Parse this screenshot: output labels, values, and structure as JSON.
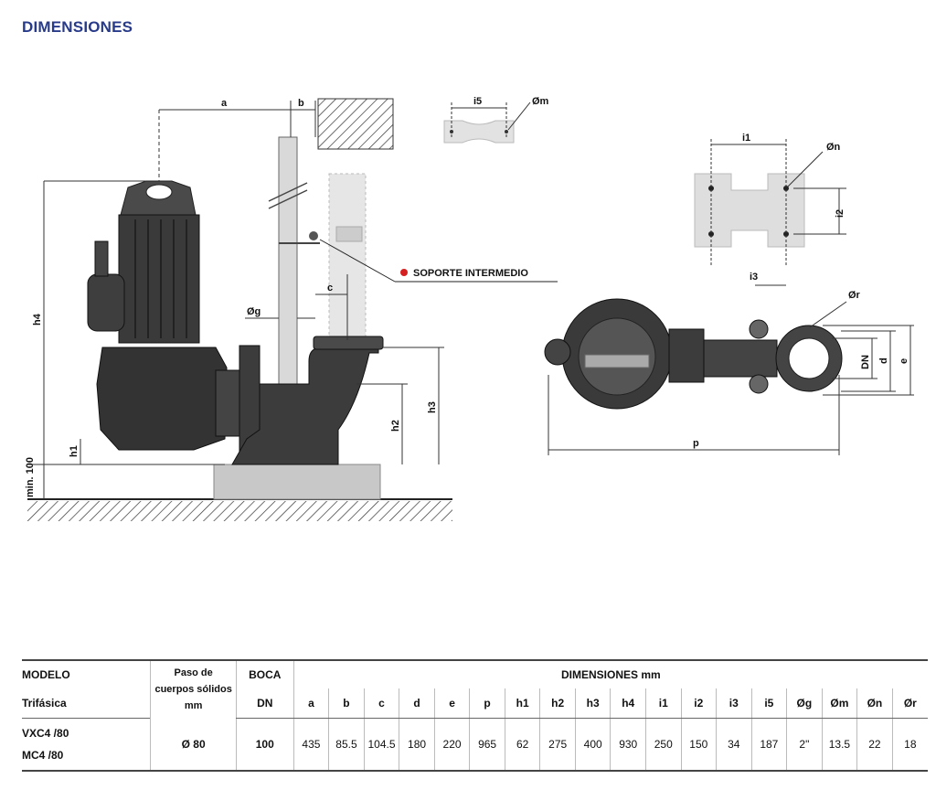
{
  "heading": "DIMENSIONES",
  "drawing": {
    "callout": "SOPORTE INTERMEDIO",
    "labels": {
      "a": "a",
      "b": "b",
      "c": "c",
      "g": "Øg",
      "h1": "h1",
      "h2": "h2",
      "h3": "h3",
      "h4": "h4",
      "min100": "min. 100",
      "i5": "i5",
      "m": "Øm",
      "i1": "i1",
      "n": "Øn",
      "i2": "i2",
      "i3": "i3",
      "r": "Ør",
      "DN": "DN",
      "d": "d",
      "e": "e",
      "p": "p"
    }
  },
  "table": {
    "model_header": "MODELO",
    "model_sub": "Trifásica",
    "paso_header": [
      "Paso de",
      "cuerpos sólidos"
    ],
    "paso_unit": "mm",
    "boca_header": "BOCA",
    "boca_unit": "DN",
    "dims_header": "DIMENSIONES mm",
    "columns": [
      "a",
      "b",
      "c",
      "d",
      "e",
      "p",
      "h1",
      "h2",
      "h3",
      "h4",
      "i1",
      "i2",
      "i3",
      "i5",
      "Øg",
      "Øm",
      "Øn",
      "Ør"
    ],
    "row": {
      "models": [
        "VXC4 /80",
        "MC4 /80"
      ],
      "paso": "Ø 80",
      "boca": "100",
      "values": [
        "435",
        "85.5",
        "104.5",
        "180",
        "220",
        "965",
        "62",
        "275",
        "400",
        "930",
        "250",
        "150",
        "34",
        "187",
        "2\"",
        "13.5",
        "22",
        "18"
      ]
    }
  }
}
